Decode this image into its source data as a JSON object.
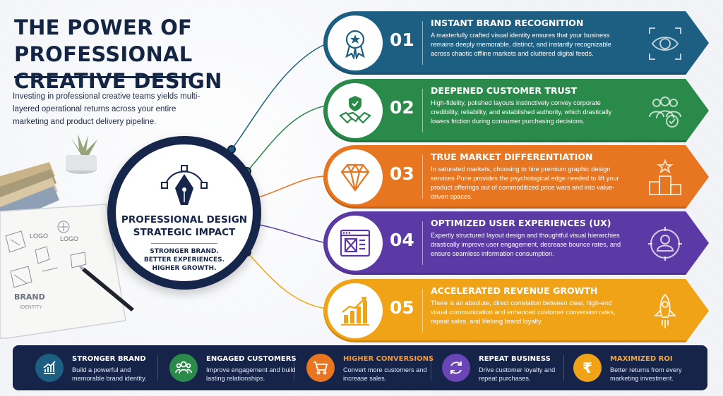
{
  "title_line1": "THE POWER OF PROFESSIONAL",
  "title_line2": "CREATIVE DESIGN",
  "intro": "Investing in professional creative teams yields multi-layered operational returns across your entire marketing and product delivery pipeline.",
  "center": {
    "title_line1": "PROFESSIONAL DESIGN",
    "title_line2": "STRATEGIC IMPACT",
    "tagline_line1": "STRONGER BRAND.",
    "tagline_line2": "BETTER EXPERIENCES.",
    "tagline_line3": "HIGHER GROWTH."
  },
  "sketch": {
    "logo1": "LOGO",
    "logo2": "LOGO",
    "brand": "BRAND",
    "identity": "IDENTITY"
  },
  "items": [
    {
      "num": "01",
      "title": "INSTANT BRAND RECOGNITION",
      "text": "A masterfully crafted visual identity ensures that your business remains deeply memorable, distinct, and instantly recognizable across chaotic offline markets and cluttered digital feeds.",
      "color": "#1c5f82",
      "icon": "award-ribbon-icon",
      "right_icon": "eye-icon"
    },
    {
      "num": "02",
      "title": "DEEPENED CUSTOMER TRUST",
      "text": "High-fidelity, polished layouts instinctively convey corporate credibility, reliability, and established authority, which drastically lowers friction during consumer purchasing decisions.",
      "color": "#2a8a4a",
      "icon": "handshake-shield-icon",
      "right_icon": "users-check-icon"
    },
    {
      "num": "03",
      "title": "TRUE MARKET DIFFERENTIATION",
      "text": "In saturated markets, choosing to hire premium graphic design services Pune provides the psychological edge needed to lift your product offerings out of commoditized price wars and into value-driven spaces.",
      "color": "#e8751f",
      "icon": "diamond-icon",
      "right_icon": "podium-star-icon"
    },
    {
      "num": "04",
      "title": "OPTIMIZED USER EXPERIENCES (UX)",
      "text": "Expertly structured layout design and thoughtful visual hierarchies drastically improve user engagement, decrease bounce rates, and ensure seamless information consumption.",
      "color": "#5b3aa5",
      "icon": "layout-window-icon",
      "right_icon": "user-target-icon"
    },
    {
      "num": "05",
      "title": "ACCELERATED REVENUE GROWTH",
      "text": "There is an absolute, direct correlation between clear, high-end visual communication and enhanced customer conversion rates, repeat sales, and lifelong brand loyalty.",
      "color": "#f0a317",
      "icon": "growth-chart-icon",
      "right_icon": "rocket-icon"
    }
  ],
  "stats": [
    {
      "title": "STRONGER BRAND",
      "text": "Build a powerful and memorable brand identity.",
      "color": "#1c5f82",
      "title_color": "#ffffff",
      "icon": "chart-icon"
    },
    {
      "title": "ENGAGED CUSTOMERS",
      "text": "Improve engagement and build lasting relationships.",
      "color": "#2a8a4a",
      "title_color": "#ffffff",
      "icon": "users-icon"
    },
    {
      "title": "HIGHER CONVERSIONS",
      "text": "Convert more customers and increase sales.",
      "color": "#e8751f",
      "title_color": "#f39a35",
      "icon": "cart-icon"
    },
    {
      "title": "REPEAT BUSINESS",
      "text": "Drive customer loyalty and repeat purchases.",
      "color": "#6a45b5",
      "title_color": "#ffffff",
      "icon": "refresh-icon"
    },
    {
      "title": "MAXIMIZED ROI",
      "text": "Better returns from every marketing investment.",
      "color": "#f0a317",
      "title_color": "#f3a83a",
      "icon": "rupee-icon"
    }
  ]
}
